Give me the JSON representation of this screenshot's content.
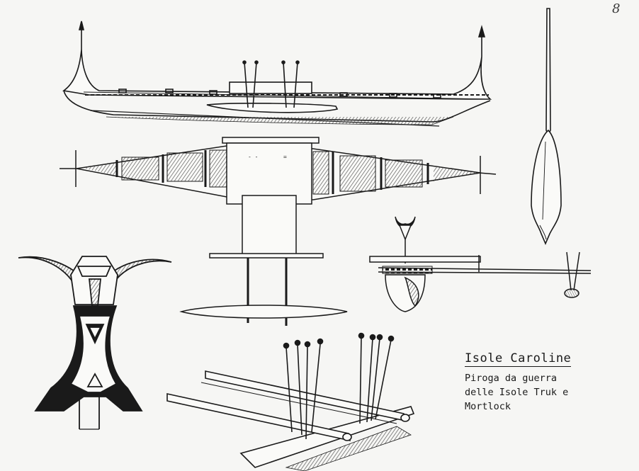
{
  "page": {
    "number": "8"
  },
  "caption": {
    "title": "Isole Caroline",
    "lines": [
      "Piroga da guerra",
      "delle Isole Truk e",
      "Mortlock"
    ]
  },
  "colors": {
    "ink": "#1a1a1a",
    "paper": "#f6f6f4",
    "hatch": "#555555"
  },
  "figures": [
    "canoe-side-view",
    "canoe-top-view",
    "paddle",
    "canoe-end-view",
    "prow-ornament-detail",
    "outrigger-boom-detail"
  ]
}
